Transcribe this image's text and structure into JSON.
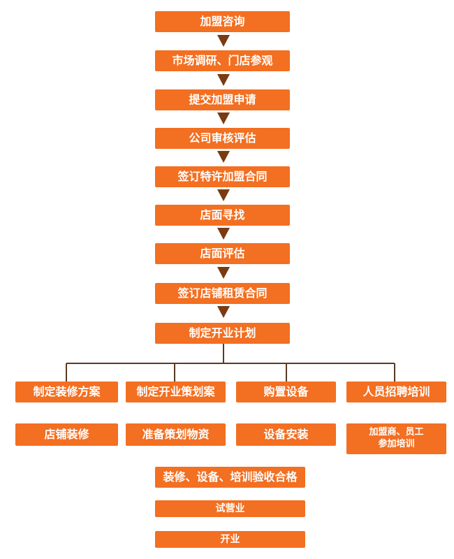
{
  "colors": {
    "box": "#f36f21",
    "arrow": "#7a3b12",
    "line": "#5a3a22",
    "text": "#ffffff"
  },
  "steps": {
    "s1": "加盟咨询",
    "s2": "市场调研、门店参观",
    "s3": "提交加盟申请",
    "s4": "公司审核评估",
    "s5": "签订特许加盟合同",
    "s6": "店面寻找",
    "s7": "店面评估",
    "s8": "签订店铺租赁合同",
    "s9": "制定开业计划"
  },
  "branches": {
    "b1": "制定装修方案",
    "b2": "制定开业策划案",
    "b3": "购置设备",
    "b4": "人员招聘培训",
    "c1": "店铺装修",
    "c2": "准备策划物资",
    "c3": "设备安装",
    "c4": "加盟商、员工\n参加培训"
  },
  "final": {
    "f1": "装修、设备、培训验收合格",
    "f2": "试营业",
    "f3": "开业"
  }
}
